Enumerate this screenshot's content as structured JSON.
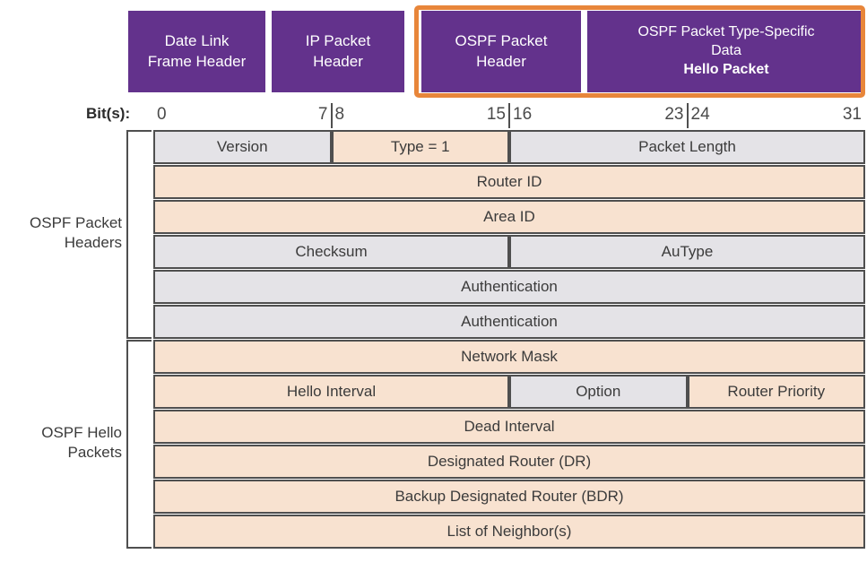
{
  "encapsulation": {
    "blocks": [
      {
        "id": "data-link-frame-header",
        "line1": "Date Link",
        "line2": "Frame Header",
        "highlighted": false
      },
      {
        "id": "ip-packet-header",
        "line1": "IP Packet",
        "line2": "Header",
        "highlighted": false
      },
      {
        "id": "ospf-packet-header",
        "line1": "OSPF Packet",
        "line2": "Header",
        "highlighted": true
      },
      {
        "id": "ospf-type-specific-data",
        "line1": "OSPF Packet Type-Specific",
        "line2": "Data",
        "line3": "Hello Packet",
        "highlighted": true
      }
    ],
    "highlight_color": "#e8863a",
    "block_color": "#63328c"
  },
  "bit_ruler": {
    "label": "Bit(s):",
    "segments": [
      {
        "lo": "0",
        "hi": "7"
      },
      {
        "lo": "8",
        "hi": "15"
      },
      {
        "lo": "16",
        "hi": "23"
      },
      {
        "lo": "24",
        "hi": "31"
      }
    ]
  },
  "groups": [
    {
      "id": "ospf-packet-headers",
      "line1": "OSPF Packet",
      "line2": "Headers"
    },
    {
      "id": "ospf-hello-packets",
      "line1": "OSPF Hello",
      "line2": "Packets"
    }
  ],
  "colors": {
    "grey_fill": "#e4e3e7",
    "peach_fill": "#f8e2d0",
    "border": "#4f4f4f",
    "purple": "#63328c",
    "orange": "#e8863a"
  },
  "fields": {
    "rows": [
      {
        "cells": [
          {
            "label": "Version",
            "fill": "grey",
            "bit_start": 0,
            "bit_end": 7
          },
          {
            "label": "Type = 1",
            "fill": "peach",
            "bit_start": 8,
            "bit_end": 15
          },
          {
            "label": "Packet Length",
            "fill": "grey",
            "bit_start": 16,
            "bit_end": 31
          }
        ]
      },
      {
        "cells": [
          {
            "label": "Router ID",
            "fill": "peach",
            "bit_start": 0,
            "bit_end": 31
          }
        ]
      },
      {
        "cells": [
          {
            "label": "Area ID",
            "fill": "peach",
            "bit_start": 0,
            "bit_end": 31
          }
        ]
      },
      {
        "cells": [
          {
            "label": "Checksum",
            "fill": "grey",
            "bit_start": 0,
            "bit_end": 15
          },
          {
            "label": "AuType",
            "fill": "grey",
            "bit_start": 16,
            "bit_end": 31
          }
        ]
      },
      {
        "cells": [
          {
            "label": "Authentication",
            "fill": "grey",
            "bit_start": 0,
            "bit_end": 31
          }
        ]
      },
      {
        "cells": [
          {
            "label": "Authentication",
            "fill": "grey",
            "bit_start": 0,
            "bit_end": 31
          }
        ]
      },
      {
        "cells": [
          {
            "label": "Network Mask",
            "fill": "peach",
            "bit_start": 0,
            "bit_end": 31
          }
        ]
      },
      {
        "cells": [
          {
            "label": "Hello Interval",
            "fill": "peach",
            "bit_start": 0,
            "bit_end": 15
          },
          {
            "label": "Option",
            "fill": "grey",
            "bit_start": 16,
            "bit_end": 23
          },
          {
            "label": "Router Priority",
            "fill": "peach",
            "bit_start": 24,
            "bit_end": 31
          }
        ]
      },
      {
        "cells": [
          {
            "label": "Dead Interval",
            "fill": "peach",
            "bit_start": 0,
            "bit_end": 31
          }
        ]
      },
      {
        "cells": [
          {
            "label": "Designated Router (DR)",
            "fill": "peach",
            "bit_start": 0,
            "bit_end": 31
          }
        ]
      },
      {
        "cells": [
          {
            "label": "Backup Designated Router (BDR)",
            "fill": "peach",
            "bit_start": 0,
            "bit_end": 31
          }
        ]
      },
      {
        "cells": [
          {
            "label": "List of Neighbor(s)",
            "fill": "peach",
            "bit_start": 0,
            "bit_end": 31
          }
        ]
      }
    ],
    "group_split_after_row": 5
  }
}
